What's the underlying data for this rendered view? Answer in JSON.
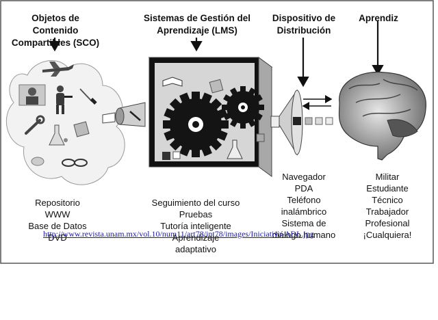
{
  "columns": [
    {
      "id": "sco",
      "title_line1": "Objetos de Contenido",
      "title_line2": "Compartibles (SCO)",
      "items": [
        "Repositorio",
        "WWW",
        "Base de Datos",
        "DVD"
      ]
    },
    {
      "id": "lms",
      "title_line1": "Sistemas de Gestión del",
      "title_line2": "Aprendizaje (LMS)",
      "items": [
        "Seguimiento del curso",
        "Pruebas",
        "Tutoría inteligente",
        "Aprendizaje",
        "adaptativo"
      ]
    },
    {
      "id": "device",
      "title_line1": "Dispositivo de",
      "title_line2": "Distribución",
      "items": [
        "Navegador",
        "PDA",
        "Teléfono",
        "inalámbrico",
        "Sistema de",
        "diálogo humano"
      ]
    },
    {
      "id": "learner",
      "title_line1": "Aprendiz",
      "title_line2": "",
      "items": [
        "Militar",
        "Estudiante",
        "Técnico",
        "Trabajador",
        "Profesional",
        "¡Cualquiera!"
      ]
    }
  ],
  "source_link": "http://www.revista.unam.mx/vol.10/num11/art78/int78/images/Iniciativa-ADL.jpg",
  "colors": {
    "border": "#555555",
    "cloud": "#f2f2f2",
    "box_front": "#d6d6d6",
    "box_side": "#a8a8a8",
    "gear": "#141414",
    "link": "#1a1aa6"
  },
  "icons": [
    "jet-icon",
    "soldier-icon",
    "wrench-icon",
    "screwdriver-icon",
    "flask-icon",
    "book-icon",
    "brain-icon",
    "gear-icon",
    "megaphone-icon"
  ]
}
